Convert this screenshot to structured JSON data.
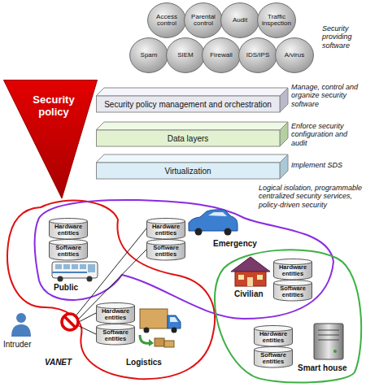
{
  "diagram": {
    "nodes": [
      {
        "text": [
          "Access control"
        ]
      },
      {
        "text": [
          "Parental control"
        ]
      },
      {
        "text": [
          "Audit"
        ]
      },
      {
        "text": [
          "Traffic inspection"
        ]
      },
      {
        "text": [
          "Spam"
        ]
      },
      {
        "text": [
          "SIEM"
        ]
      },
      {
        "text": [
          "Firewall"
        ]
      },
      {
        "text": [
          "IDS/IPS"
        ]
      },
      {
        "text": [
          "A/virus"
        ]
      },
      {
        "text": [
          "Security policy"
        ]
      },
      {
        "text": [
          "Security policy management and orchestration"
        ]
      },
      {
        "text": [
          "Data layers"
        ]
      },
      {
        "text": [
          "Virtualization"
        ]
      },
      {
        "text": [
          "Hardware entities"
        ]
      },
      {
        "text": [
          "Software entities"
        ]
      },
      {
        "text": [
          "Hardware entities"
        ]
      },
      {
        "text": [
          "Software entities"
        ]
      },
      {
        "text": [
          "Hardware entities"
        ]
      },
      {
        "text": [
          "Software entities"
        ]
      },
      {
        "text": [
          "Hardware entities"
        ]
      },
      {
        "text": [
          "Software entities"
        ]
      },
      {
        "text": [
          "Hardware entities"
        ]
      },
      {
        "text": [
          "Software entities"
        ]
      }
    ],
    "labels": [
      "Security providing software",
      "Manage, control and organize security software",
      "Enforce security configuration and audit",
      "Implement SDS",
      "Logical isolation, programmable centralized security services, policy-driven security",
      "Emergency",
      "Public",
      "Civilian",
      "Intruder",
      "VANET",
      "Logistics",
      "Smart house"
    ]
  }
}
